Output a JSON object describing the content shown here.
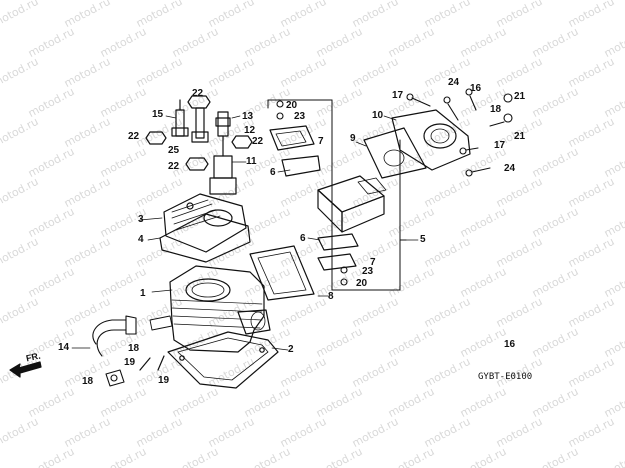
{
  "watermark": "motod.ru",
  "diagram_code": "GYBT-E0100",
  "direction_label": "FR.",
  "parts": {
    "p1": "1",
    "p2": "2",
    "p3": "3",
    "p4": "4",
    "p5": "5",
    "p6a": "6",
    "p6b": "6",
    "p7a": "7",
    "p7b": "7",
    "p8": "8",
    "p9": "9",
    "p10": "10",
    "p11": "11",
    "p12": "12",
    "p13": "13",
    "p14": "14",
    "p15": "15",
    "p16a": "16",
    "p16b": "16",
    "p17a": "17",
    "p17b": "17",
    "p18a": "18",
    "p18b": "18",
    "p18c": "18",
    "p19a": "19",
    "p19b": "19",
    "p20a": "20",
    "p20b": "20",
    "p21a": "21",
    "p21b": "21",
    "p22a": "22",
    "p22b": "22",
    "p22c": "22",
    "p22d": "22",
    "p23a": "23",
    "p23b": "23",
    "p24a": "24",
    "p24b": "24",
    "p25": "25"
  }
}
